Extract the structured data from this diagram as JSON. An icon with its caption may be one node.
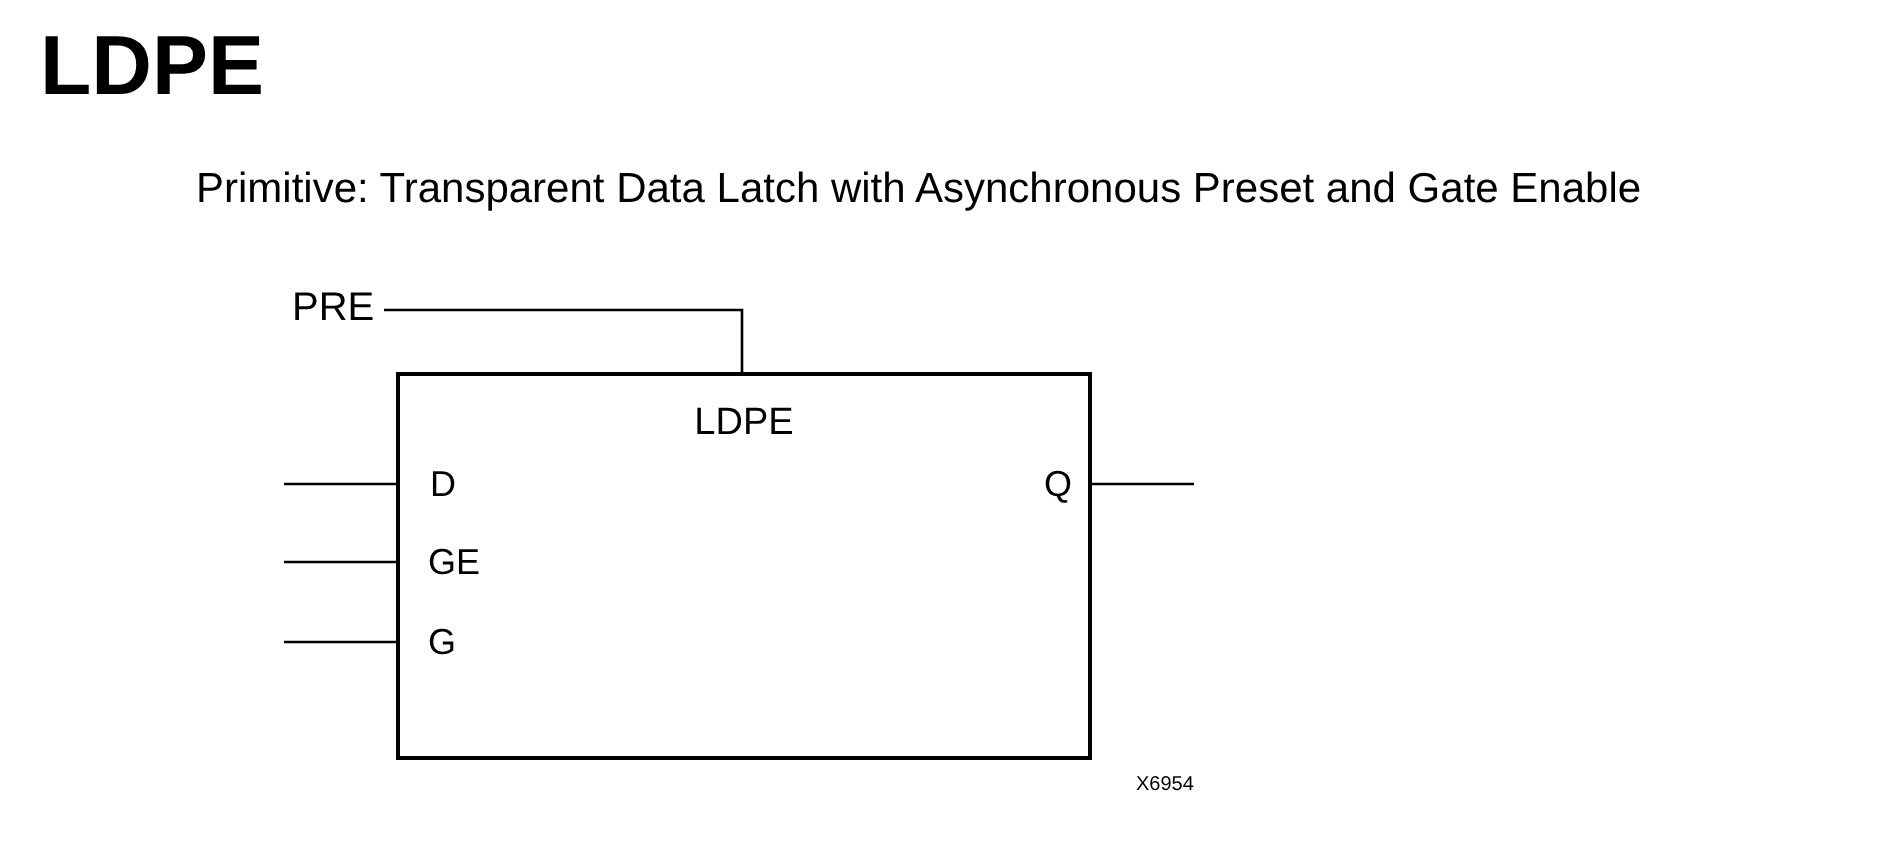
{
  "diagram": {
    "title": "LDPE",
    "nodes": [
      {
        "text": [
          "LDPE"
        ]
      },
      {
        "text": [
          "PRE"
        ]
      }
    ],
    "edges": [
      {
        "from": 1,
        "to": 0,
        "arrow": "none"
      },
      {
        "from": null,
        "to": 0,
        "arrow": "none"
      },
      {
        "from": null,
        "to": 0,
        "arrow": "none"
      },
      {
        "from": null,
        "to": 0,
        "arrow": "none"
      },
      {
        "from": 0,
        "to": null,
        "arrow": "none"
      }
    ],
    "labels": [
      "Primitive: Transparent Data Latch with Asynchronous Preset and Gate Enable",
      "D",
      "GE",
      "G",
      "Q",
      "X6954"
    ]
  }
}
